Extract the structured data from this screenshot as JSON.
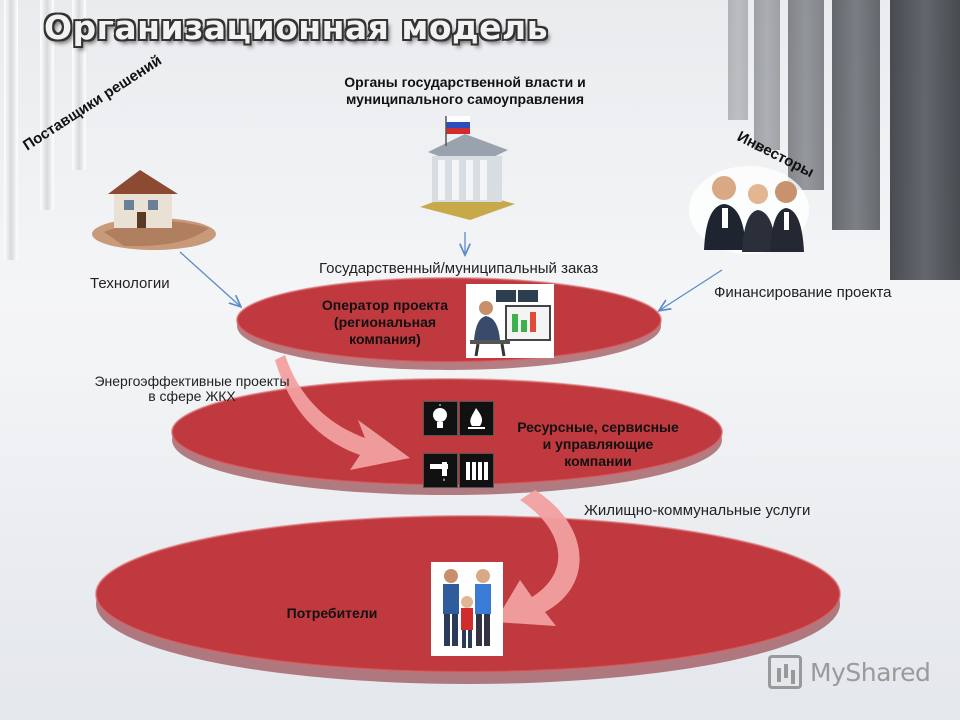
{
  "slide": {
    "title": "Организационная модель",
    "authority_label_line1": "Органы государственной власти и",
    "authority_label_line2": "муниципального самоуправления",
    "suppliers_label": "Поставщики решений",
    "investors_label": "Инвесторы",
    "technologies_label": "Технологии",
    "state_order_label": "Государственный/муниципальный заказ",
    "financing_label": "Финансирование проекта",
    "operator_label_line1": "Оператор проекта",
    "operator_label_line2": "(региональная",
    "operator_label_line3": "компания)",
    "energy_projects_line1": "Энергоэффективные проекты",
    "energy_projects_line2": "в сфере ЖКХ",
    "resource_label_line1": "Ресурсные, сервисные",
    "resource_label_line2": "и управляющие",
    "resource_label_line3": "компании",
    "housing_services_label": "Жилищно-коммунальные услуги",
    "consumers_label": "Потребители"
  },
  "logo": {
    "text": "MyShared"
  },
  "colors": {
    "ellipse_fill": "#c0393f",
    "ellipse_edge": "#7f1c22",
    "arrow": "#f2a0a0",
    "connector": "#5a8cc8"
  }
}
